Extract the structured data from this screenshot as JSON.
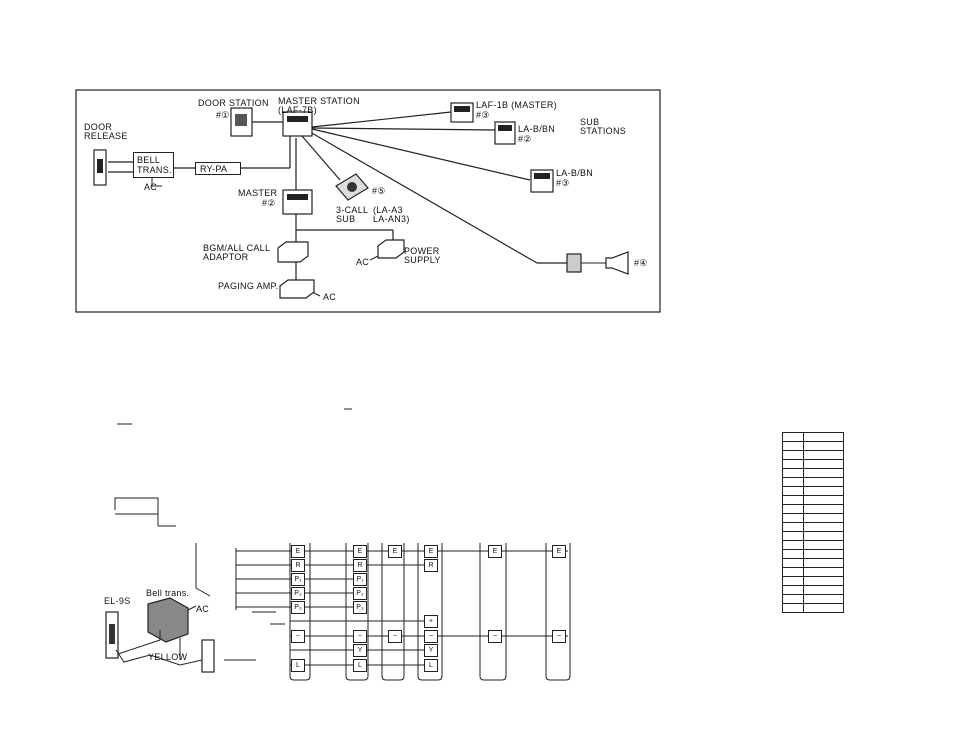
{
  "top_diagram": {
    "door_station": "DOOR STATION",
    "door_station_id": "#①",
    "master_station": "MASTER STATION",
    "master_station_model": "(LAF-7B)",
    "door_release_1": "DOOR",
    "door_release_2": "RELEASE",
    "bell_trans_1": "BELL",
    "bell_trans_2": "TRANS.",
    "relay": "RY-PA",
    "ac": "AC",
    "master": "MASTER",
    "master_id": "#②",
    "three_call_1": "3-CALL",
    "three_call_2": "SUB",
    "three_call_id": "#⑤",
    "three_call_models_1": "(LA-A3",
    "three_call_models_2": "LA-AN3)",
    "laf1b": "LAF-1B (MASTER)",
    "laf1b_id": "#③",
    "lab_bn_1": "LA-B/BN",
    "lab_bn_1_id": "#②",
    "lab_bn_2": "LA-B/BN",
    "lab_bn_2_id": "#③",
    "sub_stations_1": "SUB",
    "sub_stations_2": "STATIONS",
    "bgm_1": "BGM/ALL CALL",
    "bgm_2": "ADAPTOR",
    "power_supply_1": "POWER",
    "power_supply_2": "SUPPLY",
    "power_ac": "AC",
    "paging_amp": "PAGING AMP.",
    "paging_ac": "AC",
    "speaker_id": "#④"
  },
  "bottom_diagram": {
    "el9s": "EL-9S",
    "bell_trans": "Bell trans.",
    "ac": "AC",
    "yellow": "YELLOW",
    "terminals_col2": [
      "E",
      "R",
      "P₁",
      "P₂",
      "P₃",
      "+",
      "−",
      "Y",
      "L"
    ],
    "terminals_col1": [
      "E",
      "R",
      "P₁",
      "P₂",
      "P₃",
      "−",
      "L"
    ]
  }
}
